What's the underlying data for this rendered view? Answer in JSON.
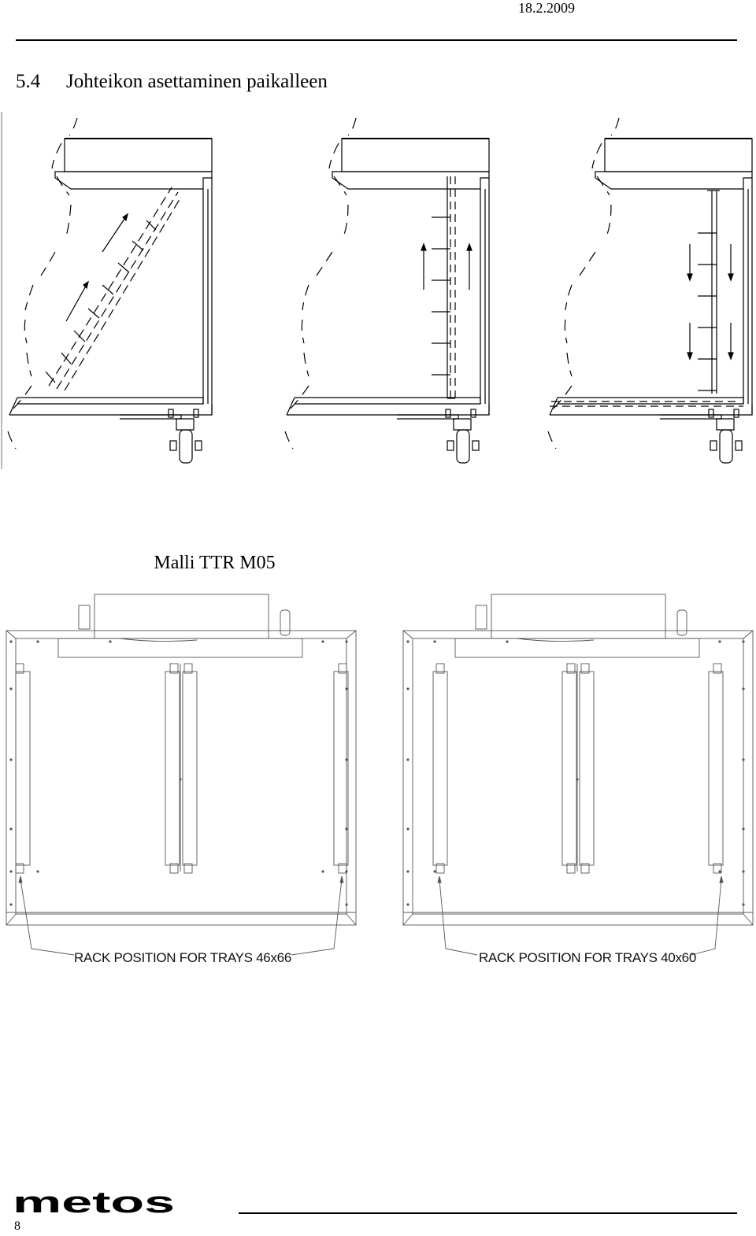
{
  "header": {
    "date": "18.2.2009"
  },
  "section": {
    "number": "5.4",
    "title": "Johteikon asettaminen paikalleen"
  },
  "model": {
    "title": "Malli TTR M05"
  },
  "plans": {
    "left_caption": "RACK POSITION FOR TRAYS 46x66",
    "right_caption": "RACK POSITION FOR TRAYS 40x60"
  },
  "footer": {
    "page_number": "8",
    "logo_text": "metos"
  },
  "icons": [
    "up-arrow-icon",
    "down-arrow-icon",
    "caster-wheel-icon"
  ]
}
